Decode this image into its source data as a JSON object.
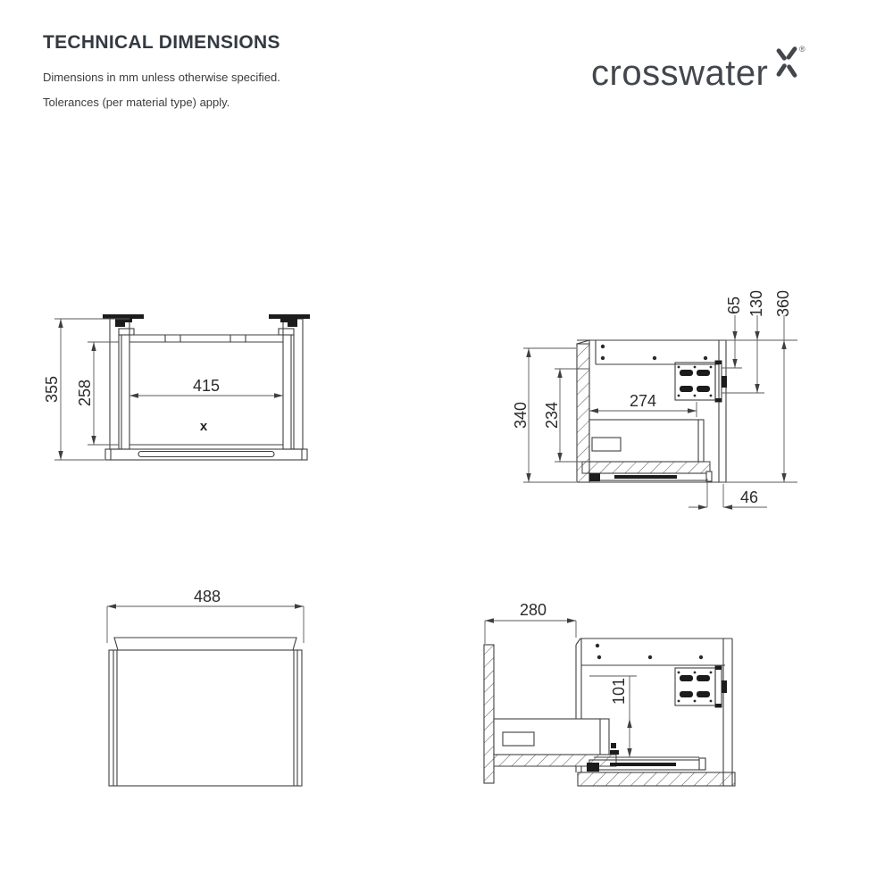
{
  "page": {
    "title": "TECHNICAL DIMENSIONS",
    "note_line1": "Dimensions in mm unless otherwise specified.",
    "note_line2": "Tolerances (per material type) apply."
  },
  "brand": {
    "logo_text": "crosswater",
    "registered_mark": "®",
    "logo_color": "#43474d",
    "x_mark_icon": "crosswater-x-icon"
  },
  "colors": {
    "background": "#ffffff",
    "drawing_line": "#3f3f3f",
    "dimension_line": "#5a5a5a",
    "dimension_text": "#2b2b2b",
    "title_text": "#343a41"
  },
  "drawings": {
    "front_open": {
      "dim_overall_height": "355",
      "dim_internal_height": "258",
      "dim_internal_width": "415",
      "center_mark": "x"
    },
    "side_section": {
      "dim_height_overall": "360",
      "dim_height_carcass": "340",
      "dim_internal_height": "234",
      "dim_internal_depth": "274",
      "dim_bracket_offset_top": "65",
      "dim_bracket_offset_bottom": "130",
      "dim_back_clearance": "46"
    },
    "front_closed": {
      "dim_overall_width": "488"
    },
    "side_open": {
      "dim_drawer_extension": "280",
      "dim_runner_clearance": "101"
    }
  }
}
